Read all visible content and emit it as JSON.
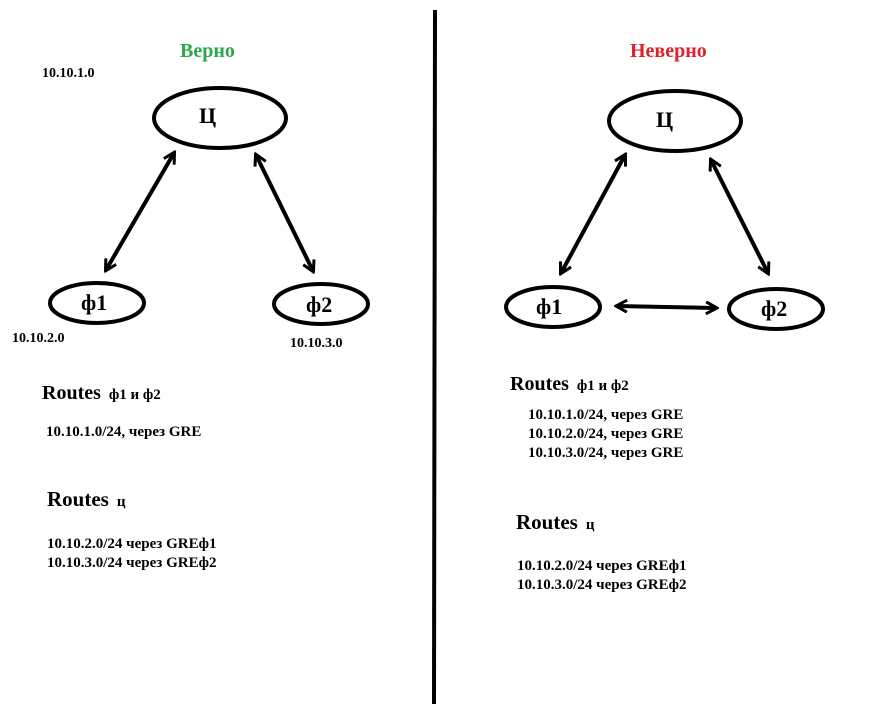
{
  "colors": {
    "correct": "#2aa84a",
    "incorrect": "#e0202a",
    "ink": "#000000"
  },
  "left": {
    "title": "Верно",
    "nodes": {
      "center": "Ц",
      "f1": "ф1",
      "f2": "ф2"
    },
    "networks": {
      "center": "10.10.1.0",
      "f1": "10.10.2.0",
      "f2": "10.10.3.0"
    },
    "routes_branches": {
      "heading": "Routes",
      "subject": "ф1 и ф2",
      "lines": [
        "10.10.1.0/24, через GRE"
      ]
    },
    "routes_center": {
      "heading": "Routes",
      "subject": "ц",
      "lines": [
        "10.10.2.0/24 через GREф1",
        "10.10.3.0/24 через GREф2"
      ]
    }
  },
  "right": {
    "title": "Неверно",
    "nodes": {
      "center": "Ц",
      "f1": "ф1",
      "f2": "ф2"
    },
    "routes_branches": {
      "heading": "Routes",
      "subject": "ф1 и ф2",
      "lines": [
        "10.10.1.0/24, через GRE",
        "10.10.2.0/24, через GRE",
        "10.10.3.0/24, через GRE"
      ]
    },
    "routes_center": {
      "heading": "Routes",
      "subject": "ц",
      "lines": [
        "10.10.2.0/24 через GREф1",
        "10.10.3.0/24 через GREф2"
      ]
    }
  }
}
